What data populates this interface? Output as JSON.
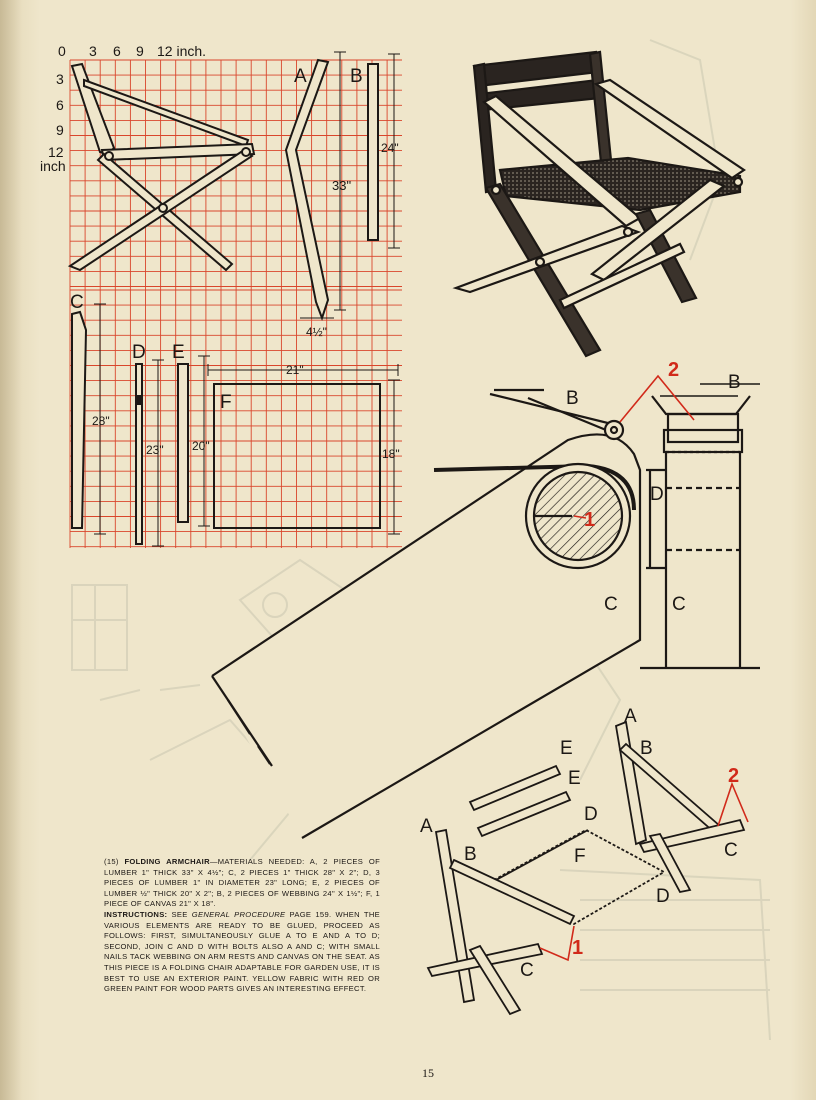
{
  "scale": {
    "ticks": [
      "0",
      "3",
      "6",
      "9",
      "12 inch."
    ],
    "side_ticks": [
      "3",
      "6",
      "9",
      "12"
    ],
    "side_unit": "inch"
  },
  "parts": {
    "a": {
      "letter": "A",
      "dimension": "33\"",
      "width_dimension": "4½\""
    },
    "b": {
      "letter": "B",
      "dimension": "24\""
    },
    "c": {
      "letter": "C",
      "dimension": "28\""
    },
    "d": {
      "letter": "D",
      "dimension": "23\""
    },
    "e": {
      "letter": "E",
      "dimension": "20\""
    },
    "f": {
      "letter": "F",
      "width_dimension": "21\"",
      "height_dimension": "18\""
    }
  },
  "detail": {
    "callout_1": "1",
    "callout_2": "2",
    "labels": [
      "B",
      "B",
      "D",
      "C",
      "C"
    ]
  },
  "assembly": {
    "callout_1": "1",
    "callout_2": "2",
    "labels": [
      "A",
      "B",
      "E",
      "E",
      "D",
      "F",
      "D",
      "C",
      "A",
      "B",
      "C"
    ]
  },
  "caption": {
    "number": "(15)",
    "title": "FOLDING ARMCHAIR",
    "materials": "—MATERIALS NEEDED: A, 2 PIECES OF LUMBER 1\" THICK 33\" x 4½\"; C, 2 PIECES 1\" THICK 28\" x 2\"; D, 3 PIECES OF LUMBER 1\" IN DIAMETER 23\" LONG; E, 2 PIECES OF LUMBER ½\" THICK 20\" x 2\"; B, 2 PIECES OF WEBBING 24\" x 1½\"; F, 1 PIECE OF CANVAS 21\" x 18\".",
    "instructions_label": "INSTRUCTIONS:",
    "instructions_pre": " SEE ",
    "instructions_ref": "GENERAL PROCEDURE",
    "instructions_body": " PAGE 159. WHEN THE VARIOUS ELEMENTS ARE READY TO BE GLUED, PROCEED AS FOLLOWS: FIRST, SIMULTANEOUSLY GLUE A TO E AND A TO D; SECOND, JOIN C AND D WITH BOLTS ALSO A AND C; WITH SMALL NAILS TACK WEBBING ON ARM RESTS AND CANVAS ON THE SEAT. AS THIS PIECE IS A FOLDING CHAIR ADAPTABLE FOR GARDEN USE, IT IS BEST TO USE AN EXTERIOR PAINT. YELLOW FABRIC WITH RED OR GREEN PAINT FOR WOOD PARTS GIVES AN INTERESTING EFFECT."
  },
  "page_number": "15",
  "colors": {
    "paper": "#ede3c6",
    "grid": "#d9462c",
    "ink": "#1c1815",
    "accent": "#d12a1a"
  }
}
